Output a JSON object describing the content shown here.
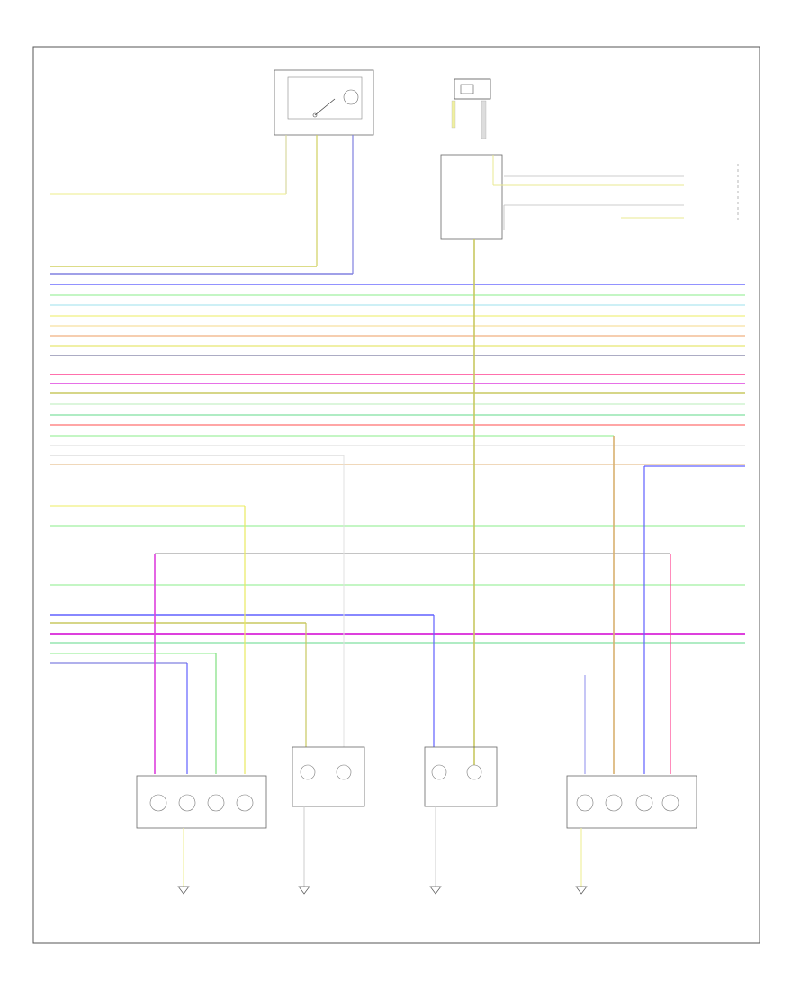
{
  "page": {
    "footer_tag": "",
    "connector_left": "",
    "connector_right": ""
  },
  "colors": {
    "frame": "#555555",
    "component": "#666666",
    "yellow": "#e0e040",
    "yellow_pale": "#f0f0a0",
    "blue": "#4040ff",
    "green": "#80ee80",
    "green_pale": "#c8f7c8",
    "grey": "#999999",
    "tan": "#d8b070",
    "pink": "#ff4090",
    "magenta": "#dd40dd",
    "red": "#ff7070",
    "olive": "#b8b860",
    "violet": "#8080e0"
  },
  "components": [
    {
      "id": "top-switch",
      "label": ""
    },
    {
      "id": "top-sensor",
      "label": ""
    },
    {
      "id": "junction-box",
      "label": ""
    },
    {
      "id": "left-tail-lamp",
      "label": ""
    },
    {
      "id": "left-plate-lamp",
      "label": ""
    },
    {
      "id": "right-plate-lamp",
      "label": ""
    },
    {
      "id": "right-tail-lamp",
      "label": ""
    }
  ],
  "grounds": [
    {
      "id": "g1",
      "label": ""
    },
    {
      "id": "g2",
      "label": ""
    },
    {
      "id": "g3",
      "label": ""
    },
    {
      "id": "g4",
      "label": ""
    }
  ],
  "wires": {
    "group_a": [
      "",
      "",
      "",
      "",
      "",
      "",
      "",
      "",
      "",
      ""
    ],
    "group_b": [
      "",
      "",
      "",
      "",
      "",
      "",
      "",
      "",
      "",
      "",
      "",
      "",
      ""
    ]
  }
}
